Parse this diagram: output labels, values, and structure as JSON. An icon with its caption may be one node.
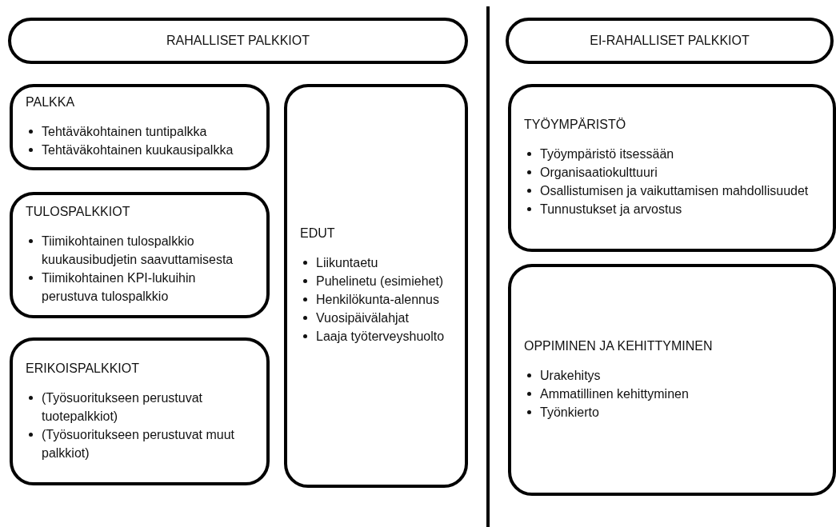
{
  "diagram": {
    "nodes": [
      {
        "text": [
          "RAHALLISET PALKKIOT"
        ]
      },
      {
        "text": [
          "PALKKA",
          "Tehtäväkohtainen tuntipalkka",
          "Tehtäväkohtainen kuukausipalkka"
        ]
      },
      {
        "text": [
          "TULOSPALKKIOT",
          "Tiimikohtainen tulospalkkio kuukausibudjetin saavuttamisesta",
          "Tiimikohtainen KPI-lukuihin perustuva tulospalkkio"
        ]
      },
      {
        "text": [
          "ERIKOISPALKKIOT",
          "(Työsuoritukseen perustuvat tuotepalkkiot)",
          "(Työsuoritukseen perustuvat muut palkkiot)"
        ]
      },
      {
        "text": [
          "EDUT",
          "Liikuntaetu",
          "Puhelinetu (esimiehet)",
          "Henkilökunta-alennus",
          "Vuosipäivälahjat",
          "Laaja työterveyshuolto"
        ]
      },
      {
        "text": [
          "EI-RAHALLISET PALKKIOT"
        ]
      },
      {
        "text": [
          "TYÖYMPÄRISTÖ",
          "Työympäristö itsessään",
          "Organisaatiokulttuuri",
          "Osallistumisen ja vaikuttamisen mahdollisuudet",
          "Tunnustukset ja arvostus"
        ]
      },
      {
        "text": [
          "OPPIMINEN JA KEHITTYMINEN",
          "Urakehitys",
          "Ammatillinen kehittyminen",
          "Työnkierto"
        ]
      }
    ]
  }
}
